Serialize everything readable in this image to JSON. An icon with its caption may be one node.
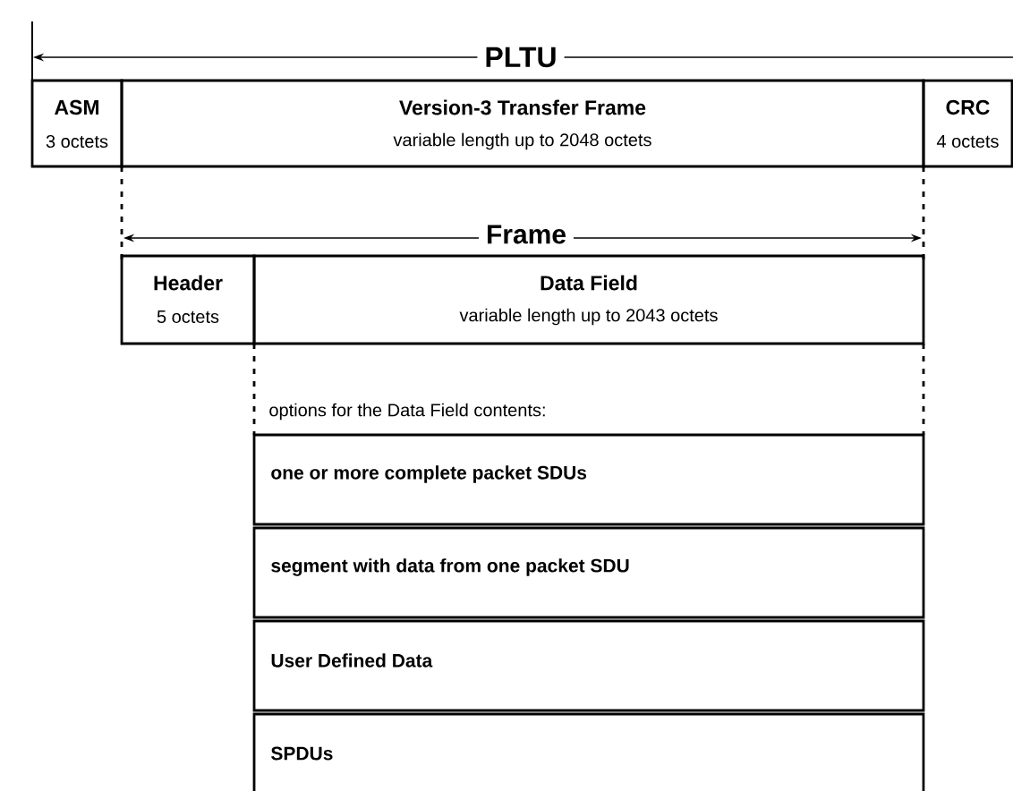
{
  "diagram": {
    "nodes": [
      {
        "text": [
          "ASM",
          "3 octets"
        ]
      },
      {
        "text": [
          "Version-3 Transfer Frame",
          "variable length up to 2048 octets"
        ]
      },
      {
        "text": [
          "CRC",
          "4 octets"
        ]
      },
      {
        "text": [
          "Header",
          "5 octets"
        ]
      },
      {
        "text": [
          "Data Field",
          "variable length up to 2043 octets"
        ]
      },
      {
        "text": [
          "one or more complete packet SDUs"
        ]
      },
      {
        "text": [
          "segment with data from one packet SDU"
        ]
      },
      {
        "text": [
          "User Defined Data"
        ]
      },
      {
        "text": [
          "SPDUs"
        ]
      }
    ],
    "labels": [
      "PLTU",
      "Frame",
      "options for the Data Field contents:"
    ]
  }
}
